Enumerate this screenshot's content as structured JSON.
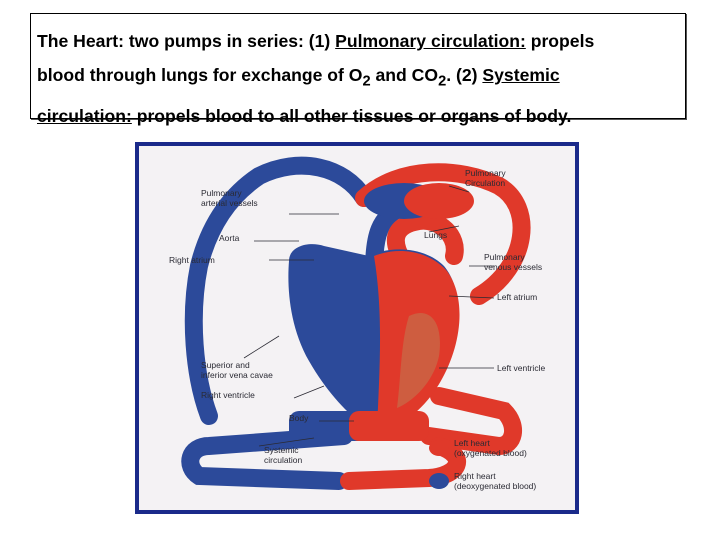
{
  "header": {
    "line1_a": "The Heart: two pumps in series: (1) ",
    "line1_u": "Pulmonary circulation:",
    "line1_b": " propels",
    "line2_a": "blood through lungs for exchange of O",
    "line2_sub1": "2",
    "line2_b": " and CO",
    "line2_sub2": "2",
    "line2_c": ". (2) ",
    "line2_u": "Systemic",
    "line3_u": "circulation:",
    "line3_b": " propels blood to all other tissues or organs of body."
  },
  "diagram": {
    "labels": {
      "pulmonary_arterial_1": "Pulmonary",
      "pulmonary_arterial_2": "arterial vessels",
      "aorta": "Aorta",
      "right_atrium": "Right atrium",
      "pulmonary_circulation_1": "Pulmonary",
      "pulmonary_circulation_2": "Circulation",
      "lungs": "Lungs",
      "pulmonary_venous_1": "Pulmonary",
      "pulmonary_venous_2": "venous vessels",
      "left_atrium": "Left atrium",
      "vena_cavae_1": "Superior and",
      "vena_cavae_2": "inferior vena cavae",
      "right_ventricle": "Right ventricle",
      "left_ventricle": "Left ventricle",
      "body": "Body",
      "systemic_1": "Systemic",
      "systemic_2": "circulation",
      "left_heart_1": "Left heart",
      "left_heart_2": "(oxygenated blood)",
      "right_heart_1": "Right heart",
      "right_heart_2": "(deoxygenated blood)"
    },
    "colors": {
      "oxygenated": "#e0392a",
      "deoxygenated": "#2c4a9a",
      "frame": "#1a2a8a"
    }
  }
}
